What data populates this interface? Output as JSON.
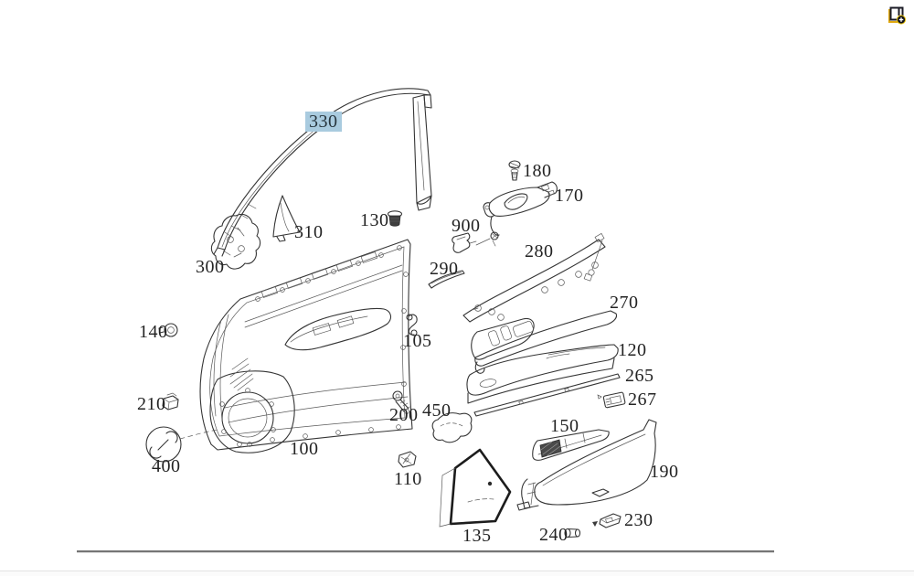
{
  "page": {
    "background": "#ffffff"
  },
  "toolbar": {
    "icons": [
      {
        "name": "add-view-icon",
        "badge": "+"
      }
    ]
  },
  "diagram": {
    "type": "exploded-parts-diagram",
    "subject": "front-door-interior-trim",
    "selected_part": "330",
    "highlight_color": "#a9cbdf",
    "line_color": "#353535",
    "label_color": "#232323",
    "parts": [
      {
        "label": "330",
        "highlighted": true
      },
      {
        "label": "180",
        "highlighted": false
      },
      {
        "label": "170",
        "highlighted": false
      },
      {
        "label": "130",
        "highlighted": false
      },
      {
        "label": "900",
        "highlighted": false
      },
      {
        "label": "290",
        "highlighted": false
      },
      {
        "label": "280",
        "highlighted": false
      },
      {
        "label": "310",
        "highlighted": false
      },
      {
        "label": "300",
        "highlighted": false
      },
      {
        "label": "270",
        "highlighted": false
      },
      {
        "label": "120",
        "highlighted": false
      },
      {
        "label": "140",
        "highlighted": false
      },
      {
        "label": "105",
        "highlighted": false
      },
      {
        "label": "265",
        "highlighted": false
      },
      {
        "label": "267",
        "highlighted": false
      },
      {
        "label": "210",
        "highlighted": false
      },
      {
        "label": "200",
        "highlighted": false
      },
      {
        "label": "450",
        "highlighted": false
      },
      {
        "label": "150",
        "highlighted": false
      },
      {
        "label": "100",
        "highlighted": false
      },
      {
        "label": "190",
        "highlighted": false
      },
      {
        "label": "400",
        "highlighted": false
      },
      {
        "label": "110",
        "highlighted": false
      },
      {
        "label": "135",
        "highlighted": false
      },
      {
        "label": "240",
        "highlighted": false
      },
      {
        "label": "230",
        "highlighted": false
      }
    ]
  }
}
